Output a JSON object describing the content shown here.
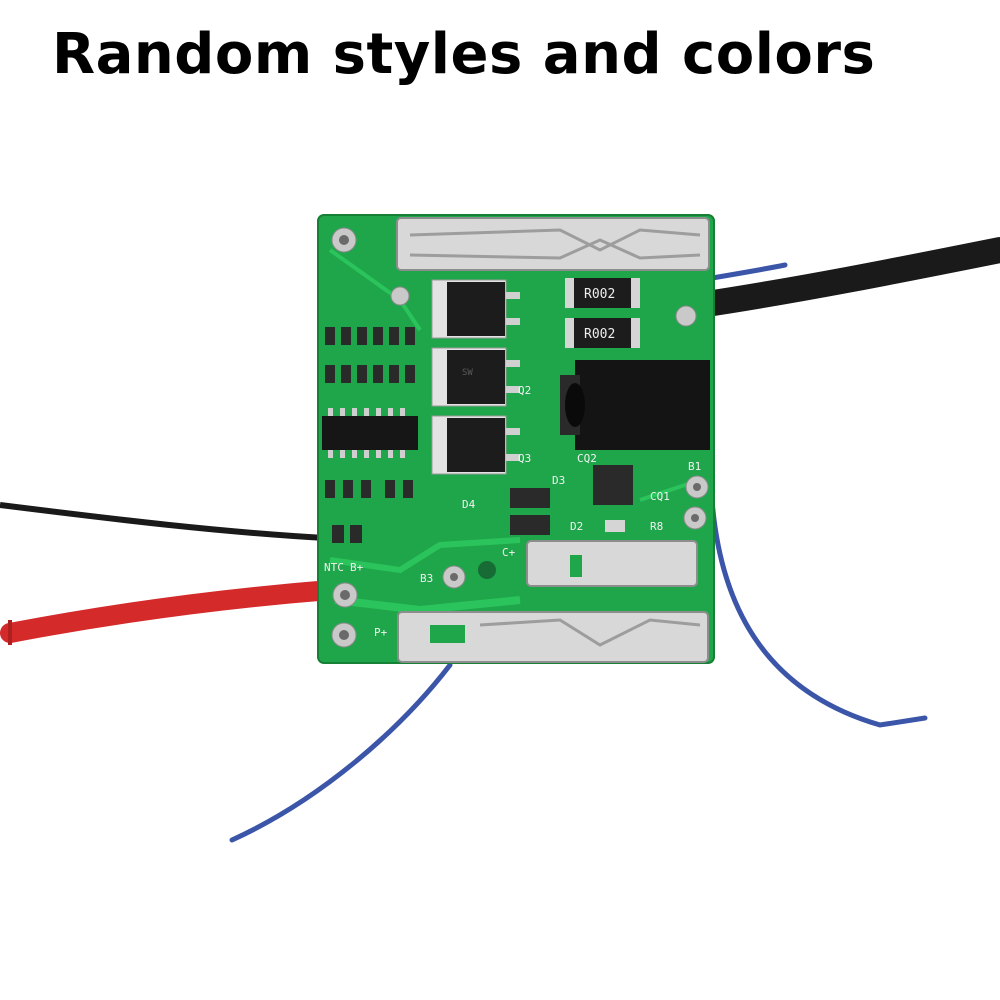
{
  "caption": "Random styles and colors",
  "board": {
    "resistor_marks": [
      "R002",
      "R002"
    ],
    "silkscreen": [
      "NTC",
      "B+",
      "B3",
      "P+",
      "C+",
      "CQ1",
      "D4",
      "D3",
      "D2",
      "R8",
      "Q3",
      "Q2",
      "CQ2",
      "B1"
    ],
    "mosfet_marking": "SW"
  },
  "colors": {
    "pcb": "#1fa64a",
    "pcb_dark": "#178a3b",
    "wire_red": "#d42a2a",
    "wire_black": "#1a1a1a",
    "wire_blue": "#3b55a8",
    "nickel": "#c9c9c9"
  }
}
